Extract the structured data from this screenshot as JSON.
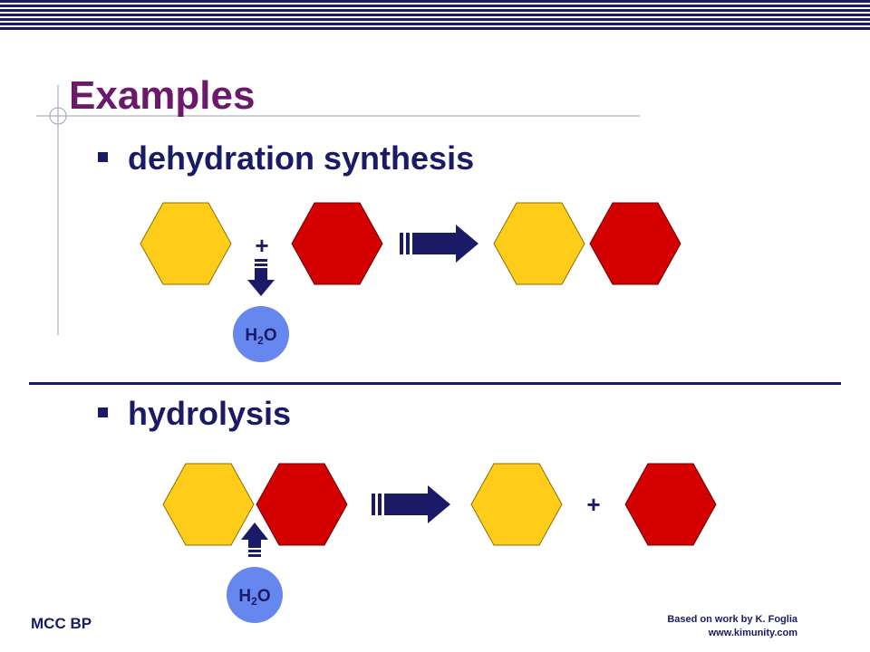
{
  "slide": {
    "title": "Examples",
    "sections": [
      {
        "bullet": "dehydration synthesis",
        "plus": "+",
        "water_label": "H",
        "water_sub": "2",
        "water_tail": "O"
      },
      {
        "bullet": "hydrolysis",
        "plus": "+",
        "water_label": "H",
        "water_sub": "2",
        "water_tail": "O"
      }
    ],
    "footer": {
      "left": "MCC BP",
      "credit_line1": "Based on work by K. Foglia",
      "credit_line2": "www.kimunity.com"
    }
  },
  "colors": {
    "header_bar": "#1a1a66",
    "title": "#6b1a6b",
    "text": "#1a1a66",
    "hexagon_yellow": "#ffcc1a",
    "hexagon_red": "#d40000",
    "arrow": "#1a1a66",
    "water_circle": "#6688ee",
    "water_text": "#1a1a66"
  },
  "icons": {
    "down_arrow": "down-arrow-icon",
    "up_arrow": "up-arrow-icon",
    "right_arrow": "right-arrow-icon",
    "bullet": "square-bullet-icon"
  }
}
